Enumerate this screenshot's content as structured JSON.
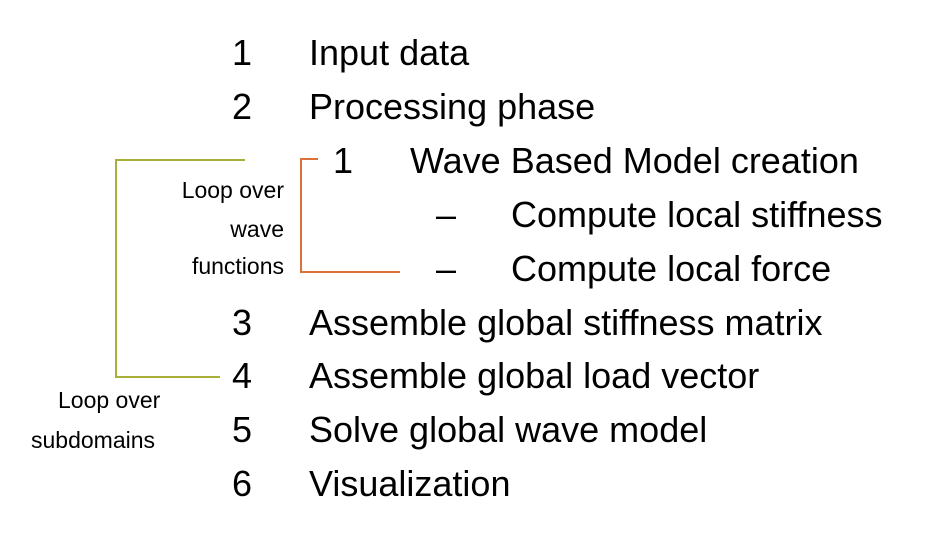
{
  "steps": [
    {
      "num": "1",
      "label": "Input data"
    },
    {
      "num": "2",
      "label": "Processing phase"
    },
    {
      "num": "3",
      "label": "Assemble global stiffness matrix"
    },
    {
      "num": "4",
      "label": "Assemble global load vector"
    },
    {
      "num": "5",
      "label": "Solve global wave model"
    },
    {
      "num": "6",
      "label": "Visualization"
    }
  ],
  "substep": {
    "num": "1",
    "label": "Wave Based Model creation",
    "items": [
      {
        "bullet": "–",
        "label": "Compute local stiffness"
      },
      {
        "bullet": "–",
        "label": "Compute local force"
      }
    ]
  },
  "loops": {
    "inner": {
      "lines": [
        "Loop over",
        "wave",
        "functions"
      ],
      "color": "#d9733a"
    },
    "outer": {
      "lines": [
        "Loop over",
        "subdomains"
      ],
      "color": "#a8b03a"
    }
  }
}
